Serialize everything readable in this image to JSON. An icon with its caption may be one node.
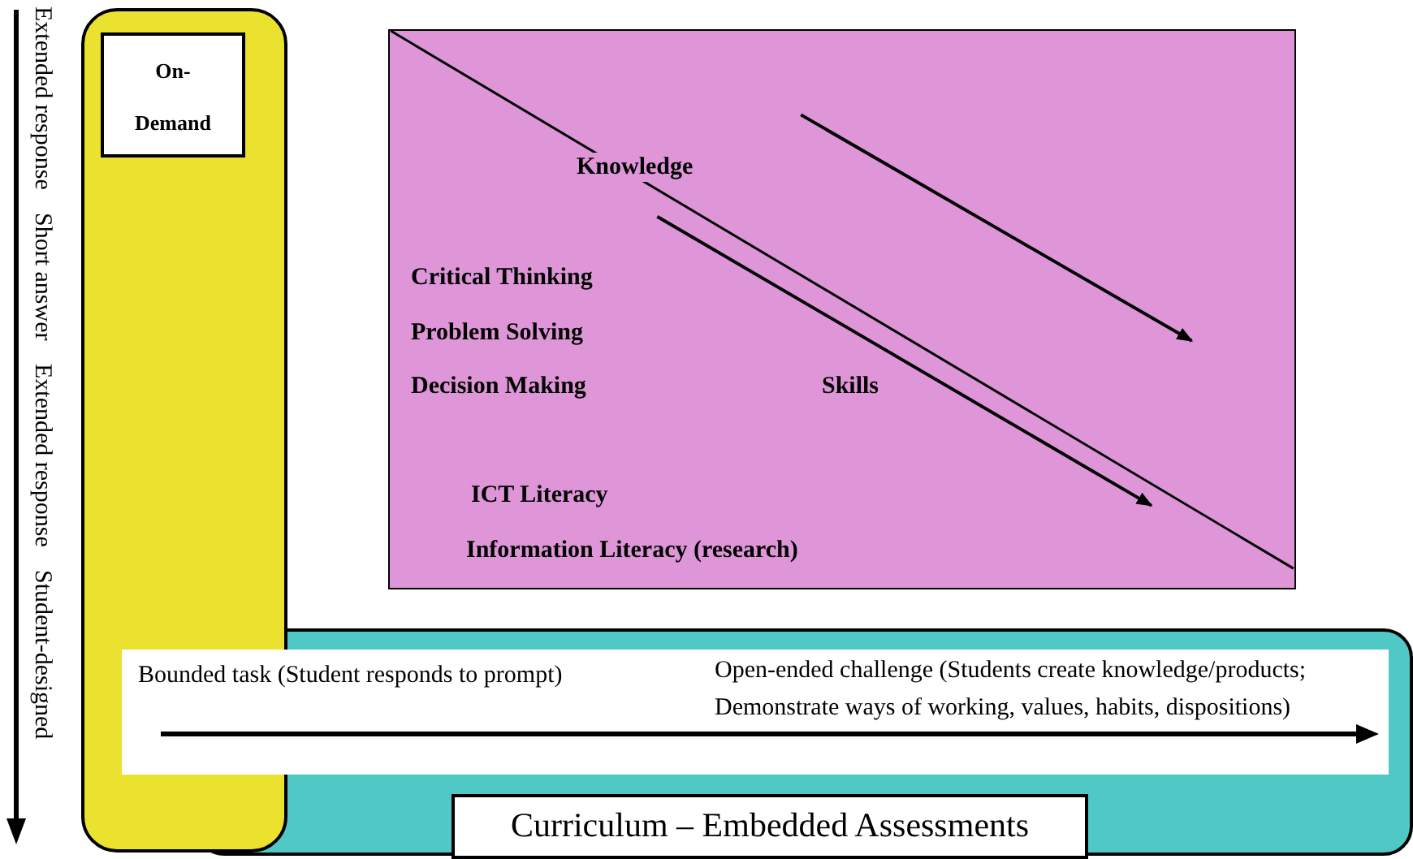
{
  "diagram": {
    "nodes": [
      {
        "text": [],
        "shape": "box"
      },
      {
        "text": [
          "On- Demand"
        ],
        "in": 0
      },
      {
        "text": [
          "Knowledge",
          "Critical Thinking",
          "Problem Solving",
          "Decision Making",
          "Skills",
          "ICT Literacy",
          "Information Literacy (research)"
        ]
      },
      {
        "text": [],
        "shape": "box"
      },
      {
        "text": [
          "Bounded task (Student responds to prompt)",
          "Open-ended challenge (Students create knowledge/products; Demonstrate ways of working, values, habits, dispositions)"
        ]
      },
      {
        "text": [
          "Curriculum – Embedded Assessments"
        ],
        "in": 3
      }
    ],
    "labels": [
      "Extended response",
      "Short answer",
      "Extended response",
      "Student-designed"
    ]
  }
}
